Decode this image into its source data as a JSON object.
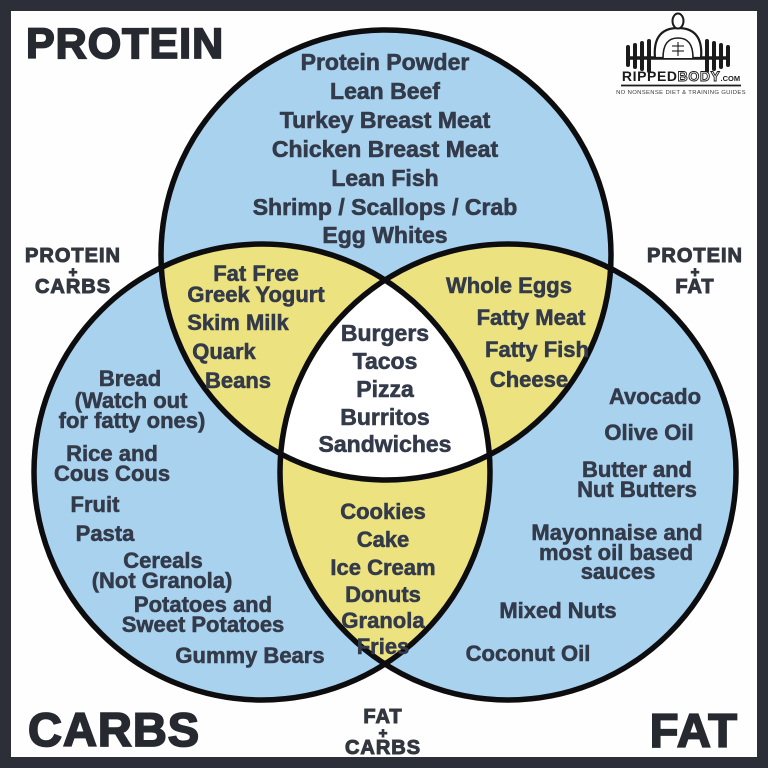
{
  "corner_labels": {
    "protein": "PROTEIN",
    "carbs": "CARBS",
    "fat": "FAT"
  },
  "side_labels": {
    "protein_carbs": {
      "line1": "PROTEIN",
      "plus": "+",
      "line2": "CARBS"
    },
    "protein_fat": {
      "line1": "PROTEIN",
      "plus": "+",
      "line2": "FAT"
    },
    "fat_carbs": {
      "line1": "FAT",
      "plus": "+",
      "line2": "CARBS"
    }
  },
  "regions": {
    "protein_only": {
      "items": [
        "Protein Powder",
        "Lean Beef",
        "Turkey Breast Meat",
        "Chicken Breast Meat",
        "Lean Fish",
        "Shrimp / Scallops / Crab",
        "Egg Whites"
      ]
    },
    "protein_carbs_overlap": {
      "items": [
        "Fat Free Greek Yogurt",
        "Skim Milk",
        "Quark",
        "Beans"
      ],
      "lines": [
        "Fat Free",
        "Greek Yogurt",
        "Skim Milk",
        "Quark",
        "Beans"
      ]
    },
    "protein_fat_overlap": {
      "items": [
        "Whole Eggs",
        "Fatty Meat",
        "Fatty Fish",
        "Cheese"
      ]
    },
    "center_all_three": {
      "items": [
        "Burgers",
        "Tacos",
        "Pizza",
        "Burritos",
        "Sandwiches"
      ]
    },
    "carbs_only": {
      "items": [
        "Bread (Watch out for fatty ones)",
        "Rice and Cous Cous",
        "Fruit",
        "Pasta",
        "Cereals (Not Granola)",
        "Potatoes and Sweet Potatoes",
        "Gummy Bears"
      ],
      "lines": [
        "Bread",
        "(Watch out",
        "for fatty ones)",
        "Rice and",
        "Cous Cous",
        "Fruit",
        "Pasta",
        "Cereals",
        "(Not Granola)",
        "Potatoes and",
        "Sweet Potatoes",
        "Gummy Bears"
      ]
    },
    "fat_only": {
      "items": [
        "Avocado",
        "Olive Oil",
        "Butter and Nut Butters",
        "Mayonnaise and most oil based sauces",
        "Mixed Nuts",
        "Coconut Oil"
      ],
      "lines": [
        "Avocado",
        "Olive Oil",
        "Butter and",
        "Nut Butters",
        "Mayonnaise and",
        "most oil based",
        "sauces",
        "Mixed Nuts",
        "Coconut Oil"
      ]
    },
    "fat_carbs_overlap": {
      "items": [
        "Cookies",
        "Cake",
        "Ice Cream",
        "Donuts",
        "Granola",
        "Fries"
      ]
    }
  },
  "logo": {
    "icon": "deadlift-man-barbell-icon",
    "brand_solid": "RIPPED",
    "brand_outline": "BODY",
    "brand_suffix": ".COM",
    "tagline": "NO NONSENSE DIET & TRAINING GUIDES"
  },
  "colors": {
    "circle_fill": "#a9d2ef",
    "overlap_fill": "#ece27f",
    "center_fill": "#ffffff",
    "circle_outline": "#0d0d10",
    "item_text": "#333a49",
    "heading_text": "#26292f",
    "frame": "#2c2f37",
    "background": "#fefefe"
  }
}
